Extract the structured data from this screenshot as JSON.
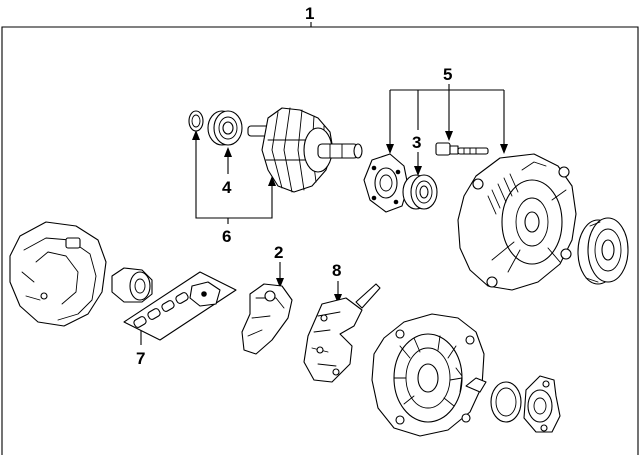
{
  "callouts": [
    {
      "id": "1",
      "text": "1"
    },
    {
      "id": "2",
      "text": "2"
    },
    {
      "id": "3",
      "text": "3"
    },
    {
      "id": "4",
      "text": "4"
    },
    {
      "id": "5",
      "text": "5"
    },
    {
      "id": "6",
      "text": "6"
    },
    {
      "id": "7",
      "text": "7"
    },
    {
      "id": "8",
      "text": "8"
    }
  ],
  "parts": [
    {
      "id": "seal-ring-small",
      "icon": "seal-ring-icon"
    },
    {
      "id": "front-bearing",
      "icon": "bearing-icon"
    },
    {
      "id": "rotor",
      "icon": "rotor-icon"
    },
    {
      "id": "retainer-plate",
      "icon": "plate-icon"
    },
    {
      "id": "rear-bearing",
      "icon": "bearing-icon"
    },
    {
      "id": "through-bolt",
      "icon": "bolt-icon"
    },
    {
      "id": "drive-end-frame",
      "icon": "housing-icon"
    },
    {
      "id": "pulley",
      "icon": "pulley-icon"
    },
    {
      "id": "rear-cover",
      "icon": "cover-icon"
    },
    {
      "id": "terminal-insulator",
      "icon": "insulator-icon"
    },
    {
      "id": "brush-kit",
      "icon": "brush-kit-icon"
    },
    {
      "id": "voltage-regulator",
      "icon": "regulator-icon"
    },
    {
      "id": "rectifier",
      "icon": "rectifier-icon"
    },
    {
      "id": "stator-frame",
      "icon": "stator-icon"
    },
    {
      "id": "seal-gasket",
      "icon": "gasket-icon"
    },
    {
      "id": "end-cap",
      "icon": "end-cap-icon"
    }
  ],
  "colors": {
    "line": "#000000",
    "background": "#ffffff"
  }
}
